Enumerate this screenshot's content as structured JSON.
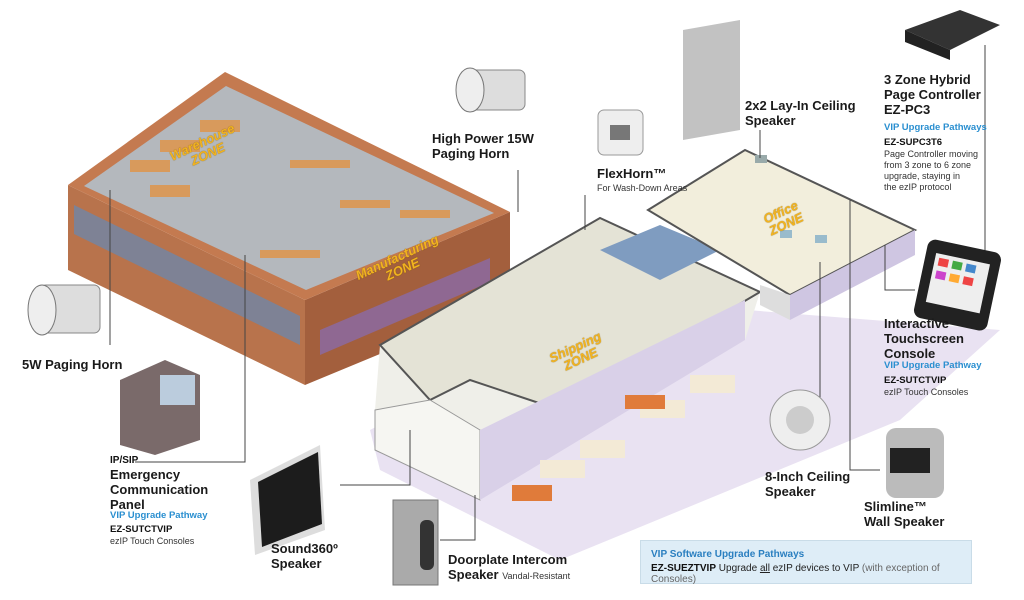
{
  "zones": {
    "warehouse": [
      "Warehouse",
      "ZONE"
    ],
    "manufacturing": [
      "Manufacturing",
      "ZONE"
    ],
    "shipping": [
      "Shipping",
      "ZONE"
    ],
    "office": [
      "Office",
      "ZONE"
    ]
  },
  "devices": {
    "high_power_horn": {
      "title": [
        "High Power 15W",
        "Paging Horn"
      ]
    },
    "flexhorn": {
      "title": "FlexHorn™",
      "subtitle": "For Wash-Down Areas"
    },
    "layin_speaker": {
      "title": [
        "2x2 Lay-In Ceiling",
        "Speaker"
      ]
    },
    "page_controller": {
      "title": [
        "3 Zone Hybrid",
        "Page Controller",
        "EZ-PC3"
      ],
      "pathway_label": "VIP Upgrade Pathways",
      "code": "EZ-SUPC3T6",
      "description": [
        "Page Controller moving",
        "from 3 zone to 6 zone",
        "upgrade, staying in",
        "the ezIP protocol"
      ]
    },
    "touchscreen_console": {
      "title": [
        "Interactive",
        "Touchscreen",
        "Console"
      ],
      "pathway_label": "VIP Upgrade Pathway",
      "code": "EZ-SUTCTVIP",
      "description": "ezIP Touch Consoles"
    },
    "ceiling_speaker_8in": {
      "title": [
        "8-Inch Ceiling",
        "Speaker"
      ]
    },
    "slimline": {
      "title": [
        "Slimline™",
        "Wall Speaker"
      ]
    },
    "paging_horn_5w": {
      "title": "5W Paging Horn"
    },
    "emergency_panel": {
      "prefix": "IP/SIP",
      "title": [
        "Emergency",
        "Communication",
        "Panel"
      ],
      "pathway_label": "VIP Upgrade Pathway",
      "code": "EZ-SUTCTVIP",
      "description": "ezIP Touch Consoles"
    },
    "sound360": {
      "title": [
        "Sound360º",
        "Speaker"
      ]
    },
    "doorplate": {
      "title": [
        "Doorplate Intercom",
        "Speaker"
      ],
      "subtitle": "Vandal-Resistant"
    }
  },
  "software_box": {
    "title": "VIP Software Upgrade Pathways",
    "code": "EZ-SUEZTVIP",
    "text_before": "Upgrade ",
    "text_underlined": "all",
    "text_after": " ezIP devices to VIP ",
    "note": "(with exception of Consoles)"
  },
  "colors": {
    "accent_blue": "#2a8fd0",
    "zone_yellow": "#f2b320",
    "brick": "#b86a45",
    "floor_purple": "#e4dcef"
  }
}
